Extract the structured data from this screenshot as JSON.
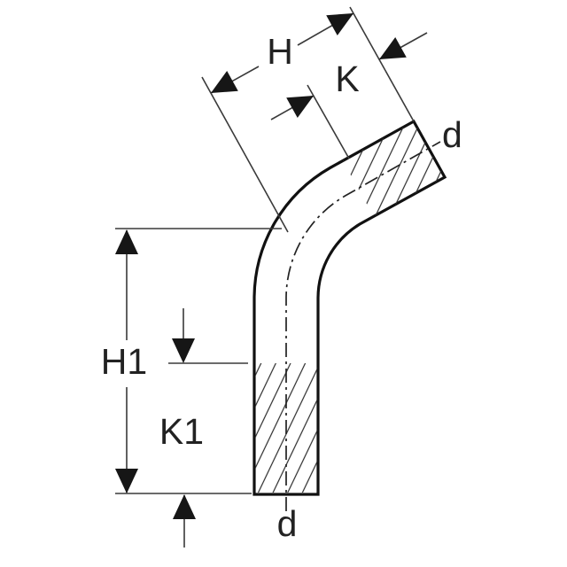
{
  "diagram": {
    "kind": "technical drawing of a 60-degree pipe bend with dimension callouts",
    "labels": {
      "h": "H",
      "k": "K",
      "h1": "H1",
      "k1": "K1",
      "d_outlet": "d",
      "d_inlet": "d"
    },
    "colors": {
      "background": "#ffffff",
      "outline": "#111111",
      "thin_line": "#3a3a3a",
      "arrow": "#161616",
      "text": "#222222"
    }
  }
}
